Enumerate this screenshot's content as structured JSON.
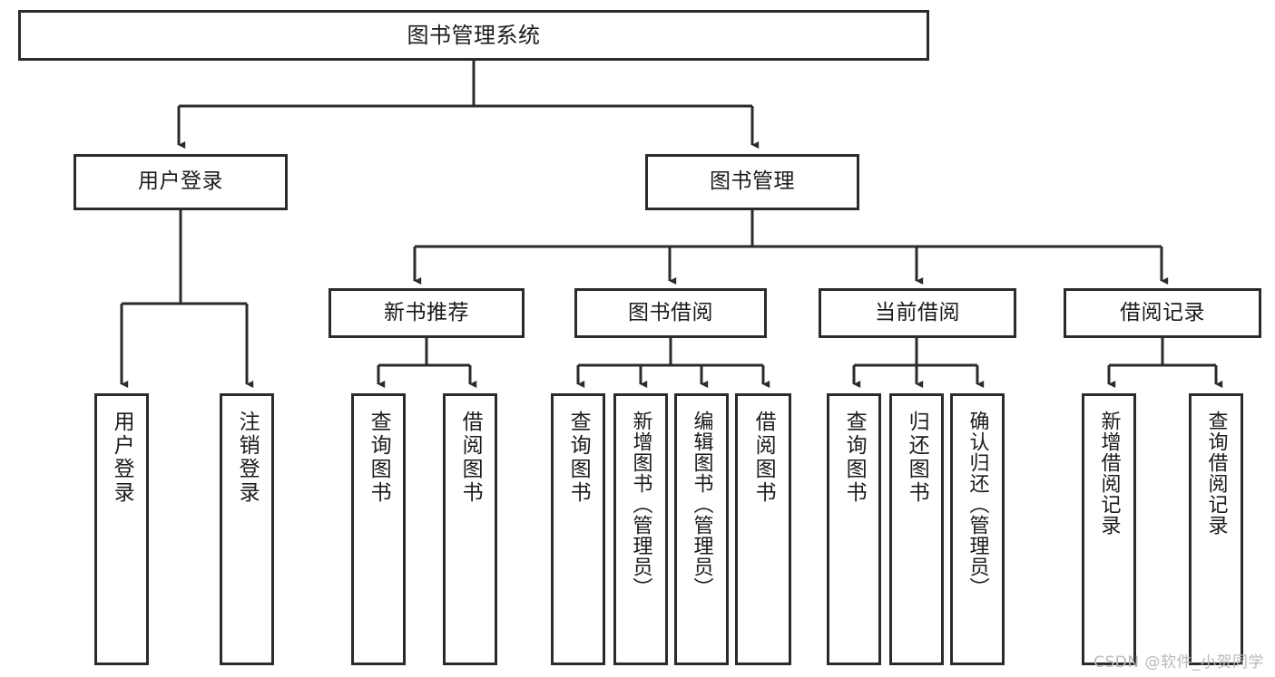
{
  "diagram": {
    "title": "图书管理系统",
    "type": "tree-hierarchy",
    "stroke_color": "#2b2b2b",
    "fill_color": "#ffffff",
    "text_color": "#1b1b1b"
  },
  "nodes": {
    "root": {
      "label": "图书管理系统"
    },
    "level2": [
      {
        "label": "用户登录"
      },
      {
        "label": "图书管理"
      }
    ],
    "level3": [
      {
        "label": "新书推荐"
      },
      {
        "label": "图书借阅"
      },
      {
        "label": "当前借阅"
      },
      {
        "label": "借阅记录"
      }
    ],
    "leaves": {
      "user_login": [
        {
          "label": "用户登录"
        },
        {
          "label": "注销登录"
        }
      ],
      "new_book": [
        {
          "label": "查询图书"
        },
        {
          "label": "借阅图书"
        }
      ],
      "book_borrow": [
        {
          "label": "查询图书"
        },
        {
          "label": "新增图书（管理员）"
        },
        {
          "label": "编辑图书（管理员）"
        },
        {
          "label": "借阅图书"
        }
      ],
      "current_borrow": [
        {
          "label": "查询图书"
        },
        {
          "label": "归还图书"
        },
        {
          "label": "确认归还（管理员）"
        }
      ],
      "borrow_record": [
        {
          "label": "新增借阅记录"
        },
        {
          "label": "查询借阅记录"
        }
      ]
    }
  },
  "watermark": {
    "text": "CSDN @软件_小贺同学"
  }
}
